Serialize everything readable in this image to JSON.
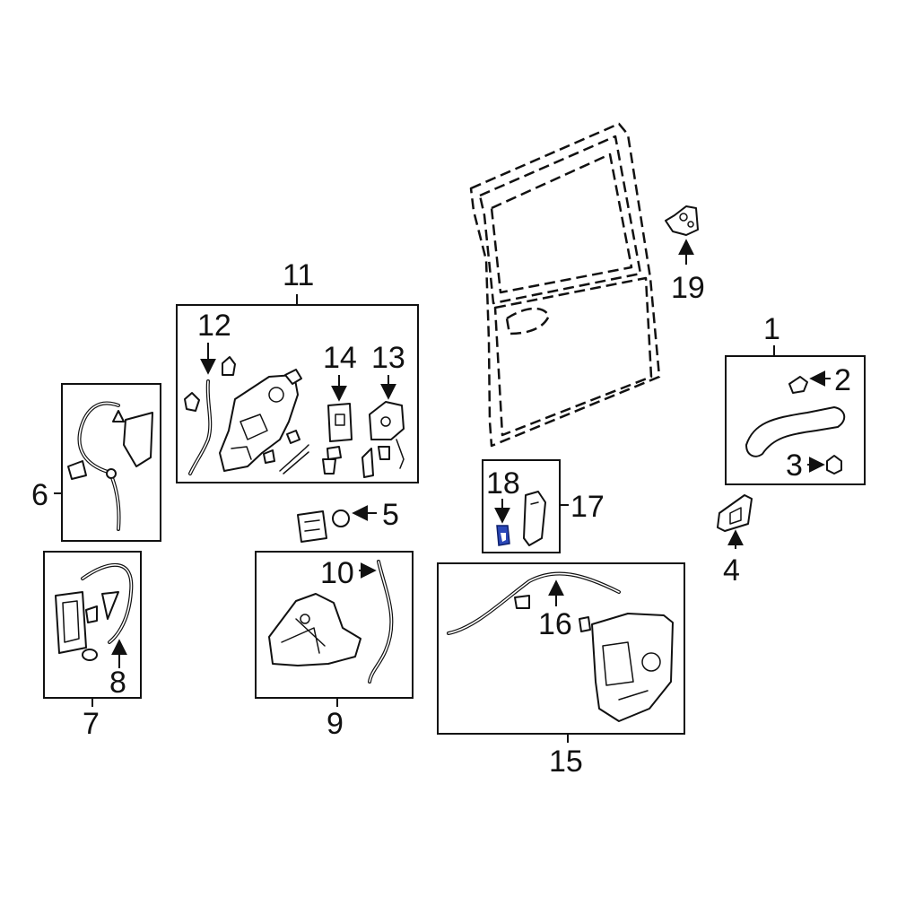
{
  "colors": {
    "line": "#111111",
    "background": "#ffffff",
    "highlight": "#2b48b8"
  },
  "callouts": {
    "c1": "1",
    "c2": "2",
    "c3": "3",
    "c4": "4",
    "c5": "5",
    "c6": "6",
    "c7": "7",
    "c8": "8",
    "c9": "9",
    "c10": "10",
    "c11": "11",
    "c12": "12",
    "c13": "13",
    "c14": "14",
    "c15": "15",
    "c16": "16",
    "c17": "17",
    "c18": "18",
    "c19": "19"
  },
  "highlighted_part": "18"
}
